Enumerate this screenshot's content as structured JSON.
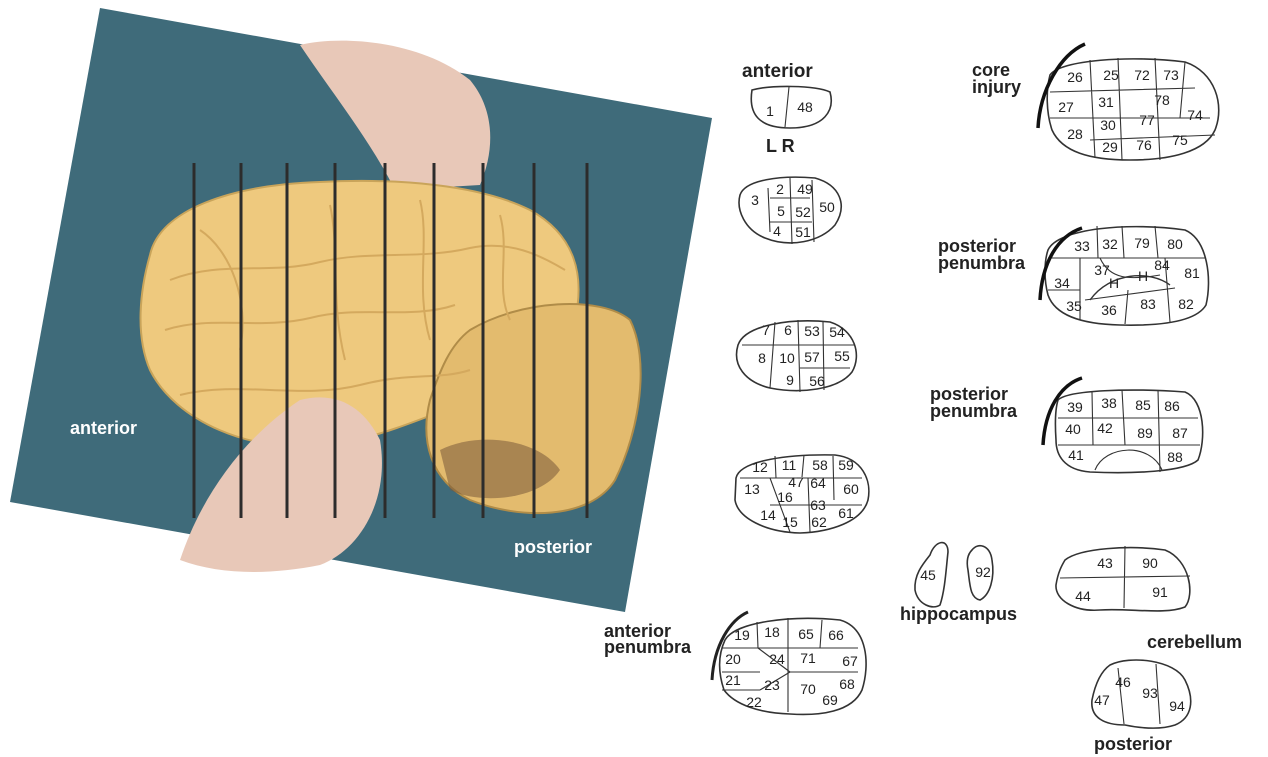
{
  "photo": {
    "label_anterior": "anterior",
    "label_posterior": "posterior",
    "colors": {
      "background": "#3f6b7a",
      "brain": "#eec97e",
      "glove": "#e8c8b8",
      "cut_line": "#2c2c2c"
    }
  },
  "headers": {
    "anterior": "anterior",
    "left_right": "L R",
    "hippocampus": "hippocampus",
    "cerebellum": "cerebellum",
    "posterior": "posterior"
  },
  "annotations": {
    "core_injury": [
      "core",
      "injury"
    ],
    "posterior_penumbra_1": [
      "posterior",
      "penumbra"
    ],
    "posterior_penumbra_2": [
      "posterior",
      "penumbra"
    ],
    "anterior_penumbra": [
      "anterior",
      "penumbra"
    ]
  },
  "sections": [
    {
      "id": "s1",
      "regions": [
        "1",
        "48"
      ]
    },
    {
      "id": "s2",
      "regions": [
        "3",
        "2",
        "49",
        "5",
        "52",
        "50",
        "4",
        "51"
      ]
    },
    {
      "id": "s3",
      "regions": [
        "7",
        "6",
        "53",
        "54",
        "8",
        "10",
        "57",
        "55",
        "9",
        "56"
      ]
    },
    {
      "id": "s4",
      "regions": [
        "12",
        "11",
        "58",
        "59",
        "13",
        "47",
        "64",
        "60",
        "16",
        "63",
        "14",
        "15",
        "62",
        "61"
      ]
    },
    {
      "id": "s5",
      "regions": [
        "19",
        "18",
        "65",
        "66",
        "20",
        "24",
        "71",
        "67",
        "21",
        "23",
        "70",
        "68",
        "22",
        "69"
      ]
    },
    {
      "id": "s6",
      "regions": [
        "26",
        "25",
        "72",
        "73",
        "27",
        "31",
        "78",
        "74",
        "28",
        "30",
        "77",
        "29",
        "76",
        "75"
      ]
    },
    {
      "id": "s7",
      "regions": [
        "33",
        "32",
        "79",
        "80",
        "37",
        "84",
        "81",
        "34",
        "H",
        "H",
        "35",
        "36",
        "83",
        "82"
      ]
    },
    {
      "id": "s8",
      "regions": [
        "39",
        "38",
        "85",
        "86",
        "40",
        "42",
        "89",
        "87",
        "41",
        "88"
      ]
    },
    {
      "id": "hippocampus",
      "regions": [
        "45",
        "92"
      ]
    },
    {
      "id": "cerebellum",
      "regions": [
        "43",
        "90",
        "44",
        "91"
      ]
    },
    {
      "id": "brainstem",
      "regions": [
        "47",
        "46",
        "93",
        "94"
      ]
    }
  ]
}
